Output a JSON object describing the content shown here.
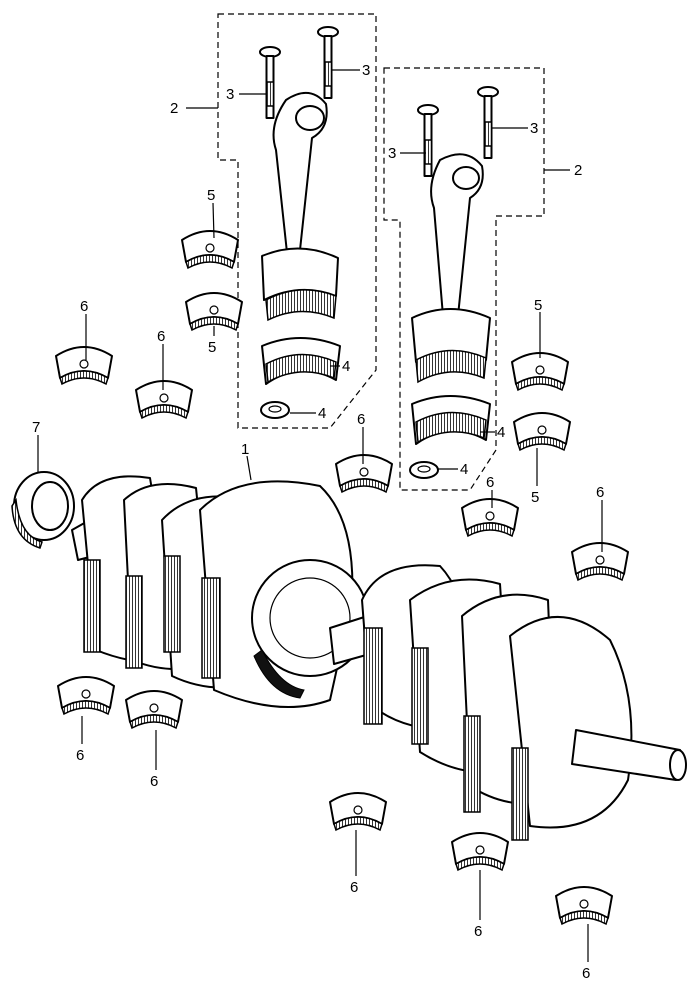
{
  "diagram": {
    "callouts": {
      "c1": "1",
      "c2a": "2",
      "c2b": "2",
      "c3a": "3",
      "c3b": "3",
      "c3c": "3",
      "c3d": "3",
      "c4a": "4",
      "c4b": "4",
      "c4c": "4",
      "c4d": "4",
      "c5a": "5",
      "c5b": "5",
      "c5c": "5",
      "c5d": "5",
      "c6a": "6",
      "c6b": "6",
      "c6c": "6",
      "c6d": "6",
      "c6e": "6",
      "c6f": "6",
      "c6g": "6",
      "c6h": "6",
      "c6i": "6",
      "c6j": "6",
      "c7": "7"
    }
  }
}
